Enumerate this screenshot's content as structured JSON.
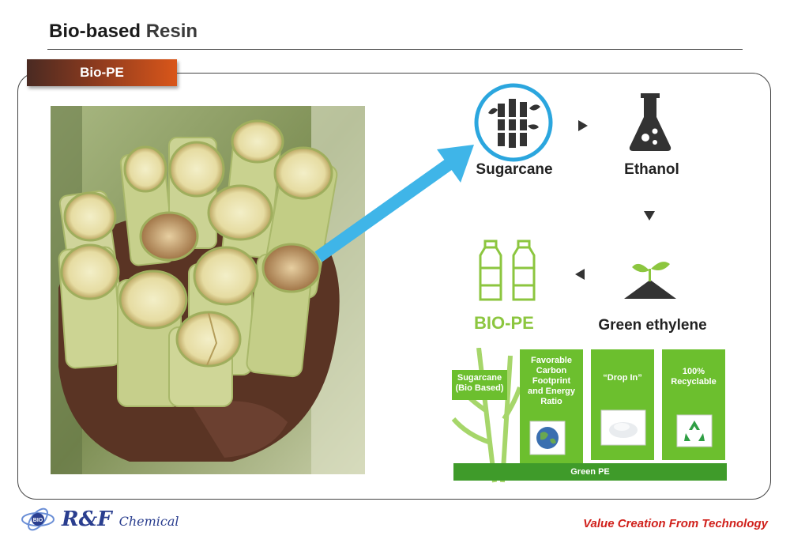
{
  "header": {
    "title_part1": "Bio-based",
    "title_part2": "Resin"
  },
  "section_tag": "Bio-PE",
  "cycle": {
    "sugarcane": "Sugarcane",
    "ethanol": "Ethanol",
    "green_ethylene": "Green ethylene",
    "bio_pe": "BIO-PE"
  },
  "features": {
    "sugarcane": "Sugarcane\n(Bio Based)",
    "carbon": "Favorable\nCarbon\nFootprint\nand Energy\nRatio",
    "drop_in": "“Drop In”",
    "recyclable": "100%\nRecyclable",
    "base_bar": "Green PE"
  },
  "footer": {
    "logo_badge": "BIO",
    "logo_brand": "R&F",
    "logo_sub": "Chemical",
    "slogan": "Value Creation From Technology"
  },
  "colors": {
    "accent_green": "#8cc63f",
    "feature_green": "#6cbf2e",
    "arrow_blue": "#3fb5e8",
    "slogan_red": "#d0201b"
  },
  "icons": [
    "bamboo-icon",
    "flask-icon",
    "sprout-icon",
    "bottles-icon",
    "recycle-icon",
    "globe-icon"
  ]
}
